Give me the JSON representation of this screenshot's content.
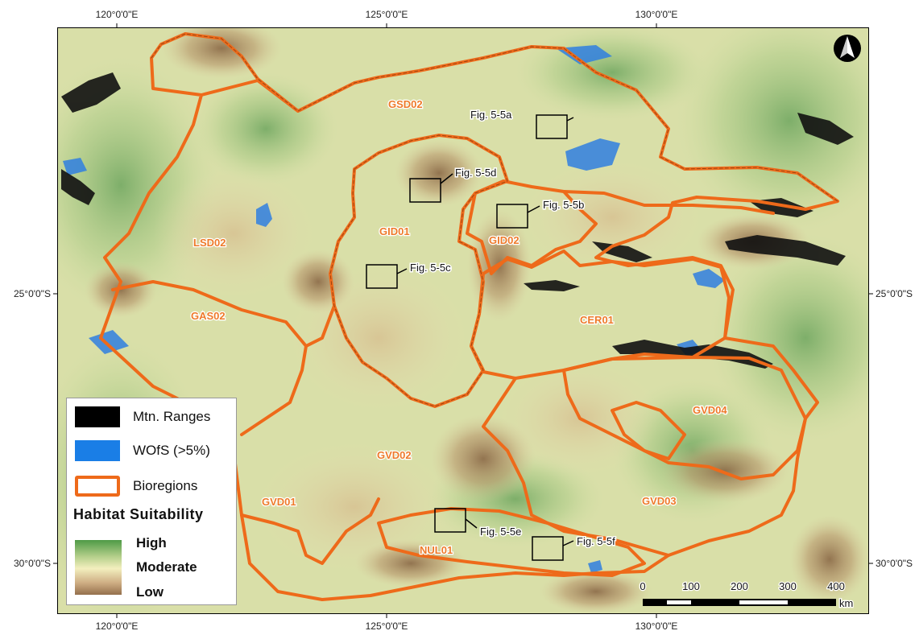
{
  "map": {
    "graticule": {
      "top": [
        "120°0'0\"E",
        "125°0'0\"E",
        "130°0'0\"E"
      ],
      "bottom": [
        "120°0'0\"E",
        "125°0'0\"E",
        "130°0'0\"E"
      ],
      "left": [
        "25°0'0\"S",
        "30°0'0\"S"
      ],
      "right": [
        "25°0'0\"S",
        "30°0'0\"S"
      ]
    },
    "bioregions": [
      "GSD02",
      "GID01",
      "GID02",
      "LSD02",
      "GAS02",
      "CER01",
      "GVD04",
      "GVD02",
      "GVD03",
      "GVD01",
      "NUL01"
    ],
    "figure_callouts": [
      "Fig. 5-5a",
      "Fig. 5-5d",
      "Fig. 5-5b",
      "Fig. 5-5c",
      "Fig. 5-5e",
      "Fig. 5-5f"
    ],
    "north_arrow": "north-arrow-icon",
    "scale_bar": {
      "ticks": [
        "0",
        "100",
        "200",
        "300",
        "400"
      ],
      "unit": "km"
    }
  },
  "legend": {
    "items": [
      {
        "label": "Mtn. Ranges",
        "color": "#000000"
      },
      {
        "label": "WOfS (>5%)",
        "color": "#1a7ee6"
      },
      {
        "label": "Bioregions",
        "color": "#ee6a1a"
      }
    ],
    "habitat": {
      "title": "Habitat  Suitability",
      "high": "High",
      "moderate": "Moderate",
      "low": "Low"
    }
  }
}
